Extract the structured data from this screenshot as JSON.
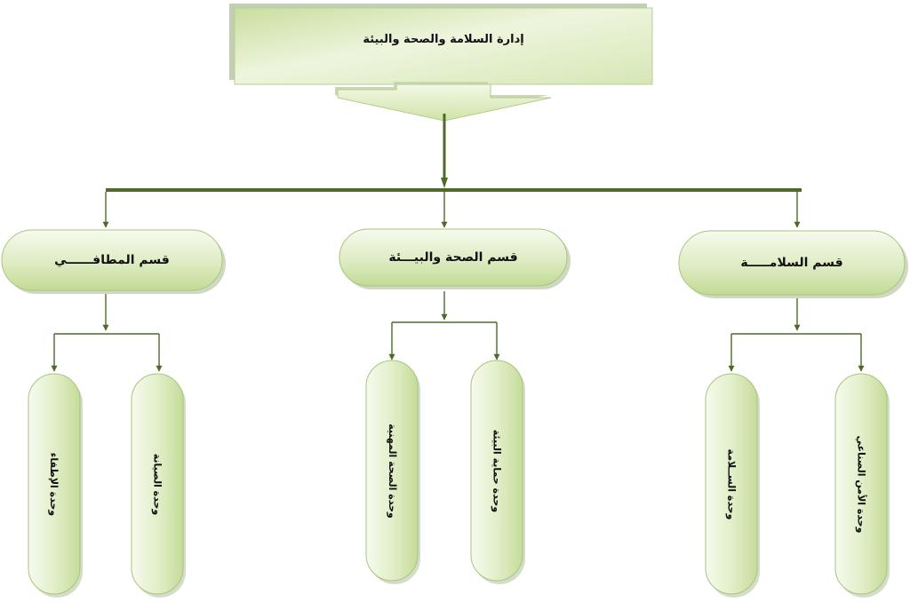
{
  "root": {
    "title": "إدارة السلامة والصحة والبيئة"
  },
  "departments": [
    {
      "name": "قسم السلامـــــة",
      "units": [
        "وحدة الأمن الصناعي",
        "وحدة الســلامة"
      ]
    },
    {
      "name": "قسم الصحة والبيـــئة",
      "units": [
        "وحدة حماية البيئة",
        "وحدة الصحة المهنية"
      ]
    },
    {
      "name": "قسم المطافــــــي",
      "units": [
        "وحدة الصيانة",
        "وحدة الإطفاء"
      ]
    }
  ],
  "colors": {
    "connector": "#4e6a2a",
    "box_fill_light": "#f4f9ea",
    "box_fill_dark": "#c4dd98",
    "box_border": "#9cba72",
    "shadow": "#b9c9a5"
  }
}
